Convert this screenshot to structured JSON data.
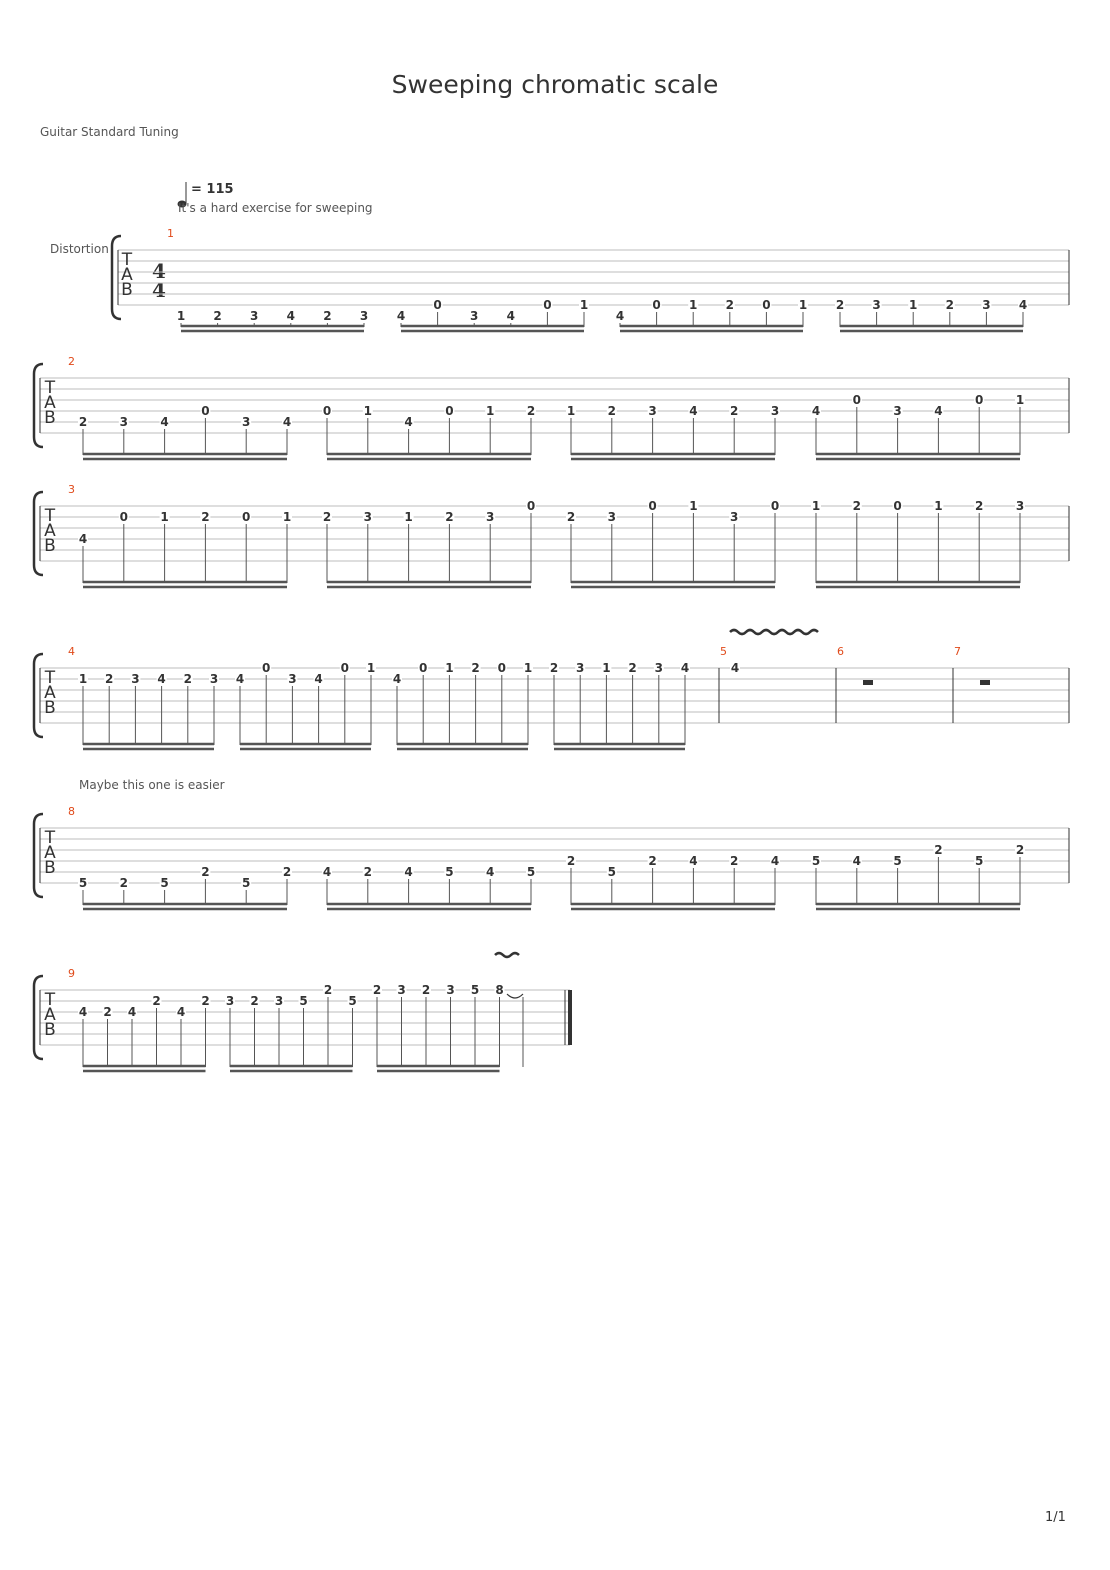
{
  "title": "Sweeping chromatic scale",
  "tuning": "Guitar Standard Tuning",
  "tempo": "= 115",
  "annotation_1": "It's a hard exercise for sweeping",
  "annotation_2": "Maybe this one is easier",
  "track_name": "Distortion",
  "time_signature": {
    "top": "4",
    "bottom": "4"
  },
  "tab_letters": [
    "T",
    "A",
    "B"
  ],
  "page_number": "1/1",
  "systems": [
    {
      "bars": [
        {
          "number": "1",
          "groups": [
            [
              [
                1,
                6
              ],
              [
                2,
                6
              ],
              [
                3,
                6
              ],
              [
                4,
                6
              ],
              [
                2,
                6
              ],
              [
                3,
                6
              ]
            ],
            [
              [
                4,
                6
              ],
              [
                0,
                5
              ],
              [
                3,
                6
              ],
              [
                4,
                6
              ],
              [
                0,
                5
              ],
              [
                1,
                5
              ]
            ],
            [
              [
                4,
                6
              ],
              [
                0,
                5
              ],
              [
                1,
                5
              ],
              [
                2,
                5
              ],
              [
                0,
                5
              ],
              [
                1,
                5
              ]
            ],
            [
              [
                2,
                5
              ],
              [
                3,
                5
              ],
              [
                1,
                5
              ],
              [
                2,
                5
              ],
              [
                3,
                5
              ],
              [
                4,
                5
              ]
            ]
          ]
        }
      ]
    },
    {
      "bars": [
        {
          "number": "2",
          "groups": [
            [
              [
                2,
                4
              ],
              [
                3,
                4
              ],
              [
                4,
                4
              ],
              [
                0,
                3
              ],
              [
                3,
                4
              ],
              [
                4,
                4
              ]
            ],
            [
              [
                0,
                3
              ],
              [
                1,
                3
              ],
              [
                4,
                4
              ],
              [
                0,
                3
              ],
              [
                1,
                3
              ],
              [
                2,
                3
              ]
            ],
            [
              [
                1,
                3
              ],
              [
                2,
                3
              ],
              [
                3,
                3
              ],
              [
                4,
                3
              ],
              [
                2,
                3
              ],
              [
                3,
                3
              ]
            ],
            [
              [
                4,
                3
              ],
              [
                0,
                2
              ],
              [
                3,
                3
              ],
              [
                4,
                3
              ],
              [
                0,
                2
              ],
              [
                1,
                2
              ]
            ]
          ]
        }
      ]
    },
    {
      "bars": [
        {
          "number": "3",
          "groups": [
            [
              [
                4,
                3
              ],
              [
                0,
                1
              ],
              [
                1,
                1
              ],
              [
                2,
                1
              ],
              [
                0,
                1
              ],
              [
                1,
                1
              ]
            ],
            [
              [
                2,
                1
              ],
              [
                3,
                1
              ],
              [
                1,
                1
              ],
              [
                2,
                1
              ],
              [
                3,
                1
              ],
              [
                0,
                0
              ]
            ],
            [
              [
                2,
                1
              ],
              [
                3,
                1
              ],
              [
                0,
                0
              ],
              [
                1,
                0
              ],
              [
                3,
                1
              ],
              [
                0,
                0
              ]
            ],
            [
              [
                1,
                0
              ],
              [
                2,
                0
              ],
              [
                0,
                0
              ],
              [
                1,
                0
              ],
              [
                2,
                0
              ],
              [
                3,
                0
              ]
            ]
          ]
        }
      ]
    },
    {
      "bars": [
        {
          "number": "4",
          "groups": [
            [
              [
                1,
                1
              ],
              [
                2,
                1
              ],
              [
                3,
                1
              ],
              [
                4,
                1
              ],
              [
                2,
                1
              ],
              [
                3,
                1
              ]
            ],
            [
              [
                4,
                1
              ],
              [
                0,
                0
              ],
              [
                3,
                1
              ],
              [
                4,
                1
              ],
              [
                0,
                0
              ],
              [
                1,
                0
              ]
            ],
            [
              [
                4,
                1
              ],
              [
                0,
                0
              ],
              [
                1,
                0
              ],
              [
                2,
                0
              ],
              [
                0,
                0
              ],
              [
                1,
                0
              ]
            ],
            [
              [
                2,
                0
              ],
              [
                3,
                0
              ],
              [
                1,
                0
              ],
              [
                2,
                0
              ],
              [
                3,
                0
              ],
              [
                4,
                0
              ]
            ]
          ]
        },
        {
          "number": "5",
          "note": [
            4,
            0
          ]
        },
        {
          "number": "6",
          "rest": true
        },
        {
          "number": "7",
          "rest": true
        }
      ]
    },
    {
      "bars": [
        {
          "number": "8",
          "groups": [
            [
              [
                5,
                5
              ],
              [
                2,
                5
              ],
              [
                5,
                5
              ],
              [
                2,
                4
              ],
              [
                5,
                5
              ],
              [
                2,
                4
              ]
            ],
            [
              [
                4,
                4
              ],
              [
                2,
                4
              ],
              [
                4,
                4
              ],
              [
                5,
                4
              ],
              [
                4,
                4
              ],
              [
                5,
                4
              ]
            ],
            [
              [
                2,
                3
              ],
              [
                5,
                4
              ],
              [
                2,
                3
              ],
              [
                4,
                3
              ],
              [
                2,
                3
              ],
              [
                4,
                3
              ]
            ],
            [
              [
                5,
                3
              ],
              [
                4,
                3
              ],
              [
                5,
                3
              ],
              [
                2,
                2
              ],
              [
                5,
                3
              ],
              [
                2,
                2
              ]
            ]
          ]
        }
      ]
    },
    {
      "bars": [
        {
          "number": "9",
          "groups": [
            [
              [
                4,
                2
              ],
              [
                2,
                2
              ],
              [
                4,
                2
              ],
              [
                2,
                1
              ],
              [
                4,
                2
              ],
              [
                2,
                1
              ]
            ],
            [
              [
                3,
                1
              ],
              [
                2,
                1
              ],
              [
                3,
                1
              ],
              [
                5,
                1
              ],
              [
                2,
                0
              ],
              [
                5,
                1
              ]
            ],
            [
              [
                2,
                0
              ],
              [
                3,
                0
              ],
              [
                2,
                0
              ],
              [
                3,
                0
              ],
              [
                5,
                0
              ],
              [
                8,
                0
              ]
            ]
          ],
          "final_note": true
        }
      ]
    }
  ]
}
